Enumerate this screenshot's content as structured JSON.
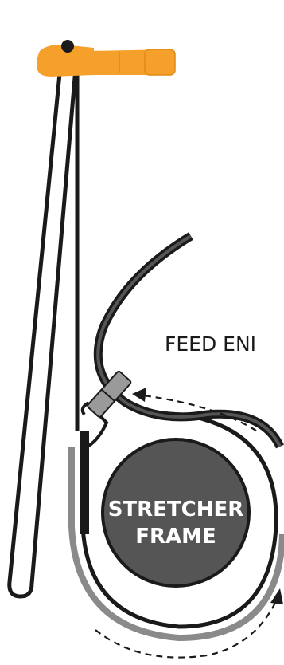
{
  "diagram": {
    "feed_label": "FEED ENI",
    "frame_label_line1": "STRETCHER",
    "frame_label_line2": "FRAME"
  },
  "colors": {
    "clamp_orange": "#f5a02a",
    "clamp_orange_dark": "#e08a14",
    "strap_black": "#1a1a1a",
    "strap_gray": "#8a8a8a",
    "strap_gray_dark": "#555555",
    "frame_fill": "#555555",
    "buckle_gray": "#9a9a9a",
    "label_white": "#ffffff"
  }
}
